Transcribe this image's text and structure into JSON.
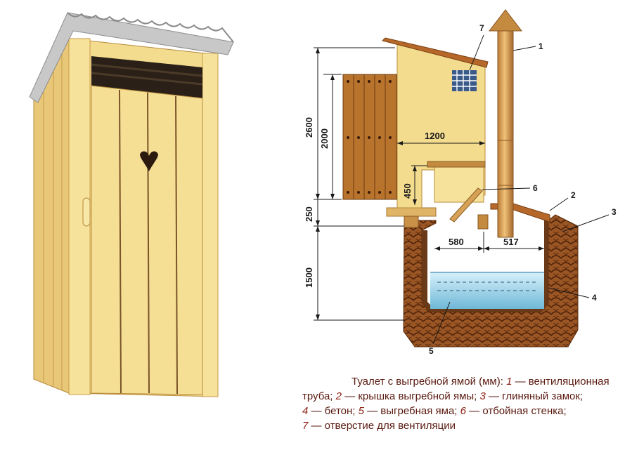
{
  "dimensions": {
    "d2600": "2600",
    "d2000": "2000",
    "d1200": "1200",
    "d450": "450",
    "d250": "250",
    "d1500": "1500",
    "d580": "580",
    "d517": "517"
  },
  "callouts": [
    "1",
    "2",
    "3",
    "4",
    "5",
    "6",
    "7"
  ],
  "caption": {
    "l1_a": "Туалет с выгребной ямой (мм): ",
    "n1": "1",
    "l1_b": " — вентиляционная",
    "l2_a": "труба; ",
    "n2": "2",
    "l2_b": " — крышка выгребной ямы; ",
    "n3": "3",
    "l2_c": " — глиняный замок;",
    "n4": "4",
    "l3_a": " — бетон; ",
    "n5": "5",
    "l3_b": " — выгребная яма; ",
    "n6": "6",
    "l3_c": " — отбойная стенка;",
    "n7": "7",
    "l4_a": " — отверстие для вентиляции"
  },
  "colors": {
    "wood": "#f0d98a",
    "wood_dark": "#c99a48",
    "door_panel": "#b8742c",
    "clay": "#8a4a1e",
    "water": "#a8dcef",
    "roof": "#c0c0c0"
  }
}
